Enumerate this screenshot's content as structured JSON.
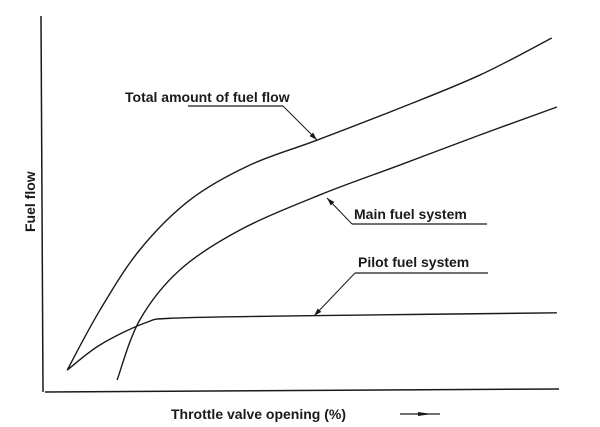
{
  "chart_data": {
    "type": "line",
    "title": "",
    "xlabel": "Throttle valve opening (%)",
    "ylabel": "Fuel flow",
    "xlim": [
      0,
      100
    ],
    "ylim": [
      0,
      100
    ],
    "grid": false,
    "ticks": "none",
    "series": [
      {
        "name": "Total amount of fuel flow",
        "x": [
          4.3,
          10.7,
          18.4,
          28.2,
          39.8,
          52.8,
          68.9,
          84.5,
          98.4
        ],
        "y": [
          5.8,
          21.8,
          37.7,
          51.0,
          60.2,
          66.8,
          75.3,
          84.1,
          93.9
        ]
      },
      {
        "name": "Main fuel system",
        "x": [
          14.0,
          18.4,
          26.2,
          37.9,
          53.4,
          68.9,
          84.5,
          99.4
        ],
        "y": [
          3.2,
          19.1,
          32.4,
          43.0,
          52.3,
          60.2,
          68.2,
          75.6
        ]
      },
      {
        "name": "Pilot fuel system",
        "x": [
          4.3,
          10.7,
          19.4,
          25.2,
          49.5,
          99.4
        ],
        "y": [
          5.8,
          12.5,
          18.3,
          19.6,
          20.2,
          21.0
        ]
      }
    ],
    "color": "#1a1a1a"
  }
}
